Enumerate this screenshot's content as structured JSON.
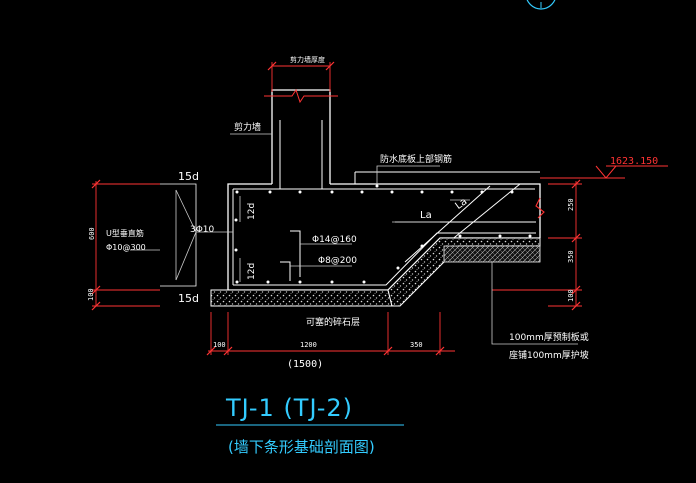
{
  "colors": {
    "background": "#000000",
    "concrete": "#ffffff",
    "dimension": "#ff3333",
    "text": "#ffffff",
    "title": "#33ccff",
    "leader": "#cccccc"
  },
  "labels": {
    "wall_thickness": "剪力墙厚度",
    "shear_wall": "剪力墙",
    "waterproof_rebar": "防水底板上部钢筋",
    "elevation": "1623.150",
    "anchor_la_1": "La",
    "anchor_la_2": "La",
    "anchor_12d_top": "12d",
    "anchor_12d_bottom": "12d",
    "lap_15d_top": "15d",
    "lap_15d_bottom": "15d",
    "u_stirrup_1": "U型垂直筋",
    "u_stirrup_2": "Φ10@300",
    "side_bars": "3Φ10",
    "rebar_main": "Φ14@160",
    "rebar_dist": "Φ8@200",
    "gravel_layer": "可塞的碎石层",
    "precast_note_1": "100mm厚预制板或",
    "precast_note_2": "座铺100mm厚护坡"
  },
  "dimensions": {
    "left_600": "600",
    "left_100": "100",
    "right_250": "250",
    "right_350": "350",
    "right_100": "100",
    "bottom_100": "100",
    "bottom_1200": "1200",
    "bottom_350": "350",
    "bottom_total": "(1500)"
  },
  "title": {
    "main": "TJ-1 (TJ-2)",
    "subtitle": "(墙下条形基础剖面图)"
  },
  "icons": {
    "axis_bubble": "axis-bubble-icon",
    "elevation_marker": "elevation-triangle-icon",
    "break_symbol": "break-line-icon"
  }
}
